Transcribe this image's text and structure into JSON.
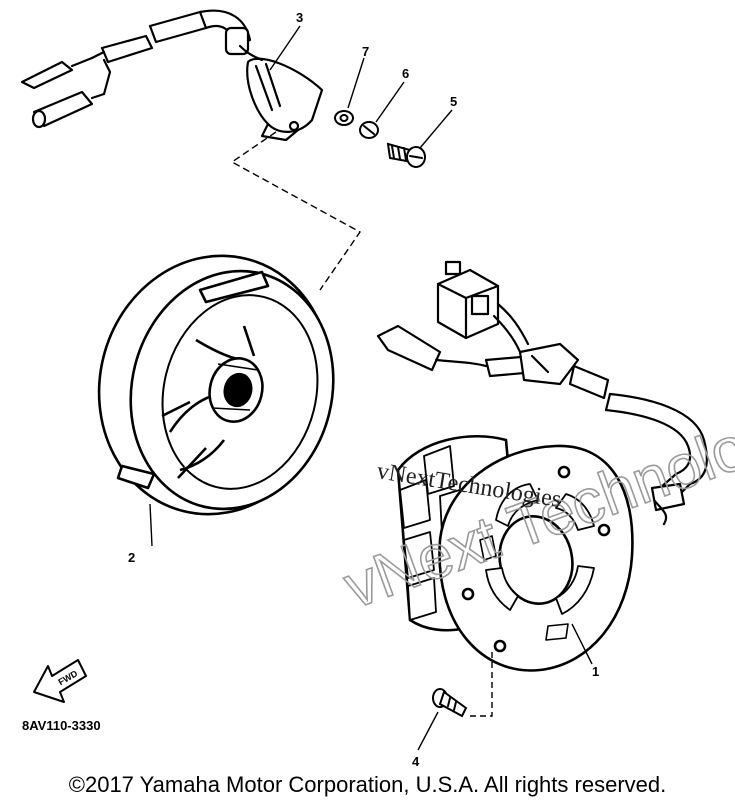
{
  "callouts": {
    "c1": "1",
    "c2": "2",
    "c3": "3",
    "c4": "4",
    "c5": "5",
    "c6": "6",
    "c7": "7"
  },
  "part_number": "8AV110-3330",
  "fwd_label": "FWD",
  "watermark": {
    "main": "vNext Technologies",
    "small": "vNextTechnologies"
  },
  "copyright": "©2017 Yamaha Motor Corporation, U.S.A. All rights reserved."
}
